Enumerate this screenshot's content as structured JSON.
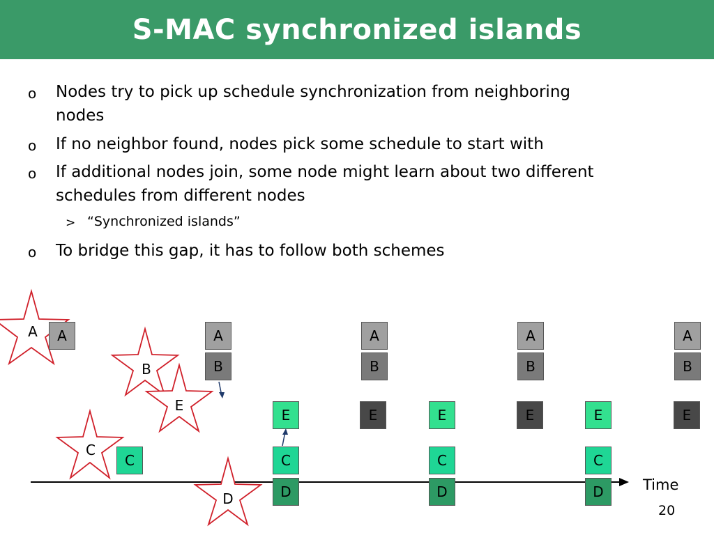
{
  "slide": {
    "title": "S-MAC synchronized islands",
    "page_number": "20"
  },
  "bullets": [
    {
      "marker": "o",
      "lines": [
        "Nodes try to pick up schedule synchronization from neighboring",
        "nodes"
      ]
    },
    {
      "marker": "o",
      "lines": [
        "If no neighbor found, nodes pick some schedule to start with"
      ]
    },
    {
      "marker": "o",
      "lines": [
        "If additional nodes join, some node might learn about two different",
        "schedules from different nodes"
      ]
    },
    {
      "marker": "o",
      "lines": [
        "To bridge this gap, it has to follow both schemes"
      ]
    }
  ],
  "sub_bullet": {
    "marker": ">",
    "text": "“Synchronized islands”"
  },
  "diagram": {
    "time_label": "Time",
    "nodes": {
      "a": "A",
      "b": "B",
      "c": "C",
      "d": "D",
      "e": "E"
    },
    "star_color": "#d0202a",
    "colors": {
      "a_box": "#a0a0a0",
      "b_box": "#7a7a7a",
      "e_light": "#33e08f",
      "e_dark": "#484848",
      "c_box": "#1fd695",
      "d_box": "#2d9a64",
      "arrow": "#1f3a6b"
    }
  }
}
